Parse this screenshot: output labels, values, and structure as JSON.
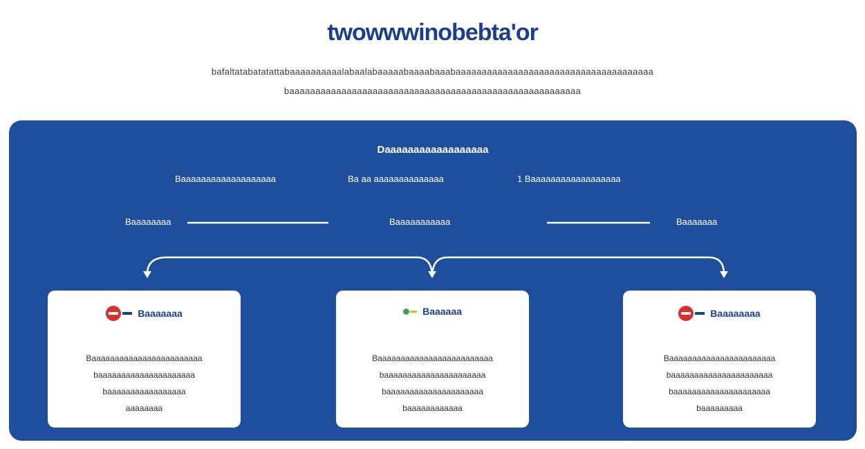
{
  "title": "twowwwinobebta'or",
  "intro": {
    "line1": "bafaltatabatatattabaaaaaaaaaalabaalabaaaaabaaaabaaabaaaaaaaaaaaaaaaaaaaaaaaaaaaaaaaaaaaaaa",
    "line2": "baaaaaaaaaaaaaaaaaaaaaaaaaaaaaaaaaaaaaaaaaaaaaaaaaaaaaaaa"
  },
  "panel": {
    "heading": "Daaaaaaaaaaaaaaaaaa",
    "subs": [
      "Baaaaaaaaaaaaaaaaaaa",
      "Ba aa aaaaaaaaaaaaaa",
      "1  Baaaaaaaaaaaaaaaaaa"
    ],
    "flow_labels": [
      "Baaaaaaaa",
      "Baaaaaaaaaaa",
      "Baaaaaaa"
    ]
  },
  "cards": [
    {
      "title": "Baaaaaaa",
      "icon": "red-circle-icon",
      "lines": [
        "Baaaaaaaaaaaaaaaaaaaaaaaa",
        "baaaaaaaaaaaaaaaaaaaaa",
        "baaaaaaaaaaaaaaaaa",
        "aaaaaaaa"
      ]
    },
    {
      "title": "Baaaaaa",
      "icon": "leaf-icon",
      "lines": [
        "Baaaaaaaaaaaaaaaaaaaaaaaaa",
        "baaaaaaaaaaaaaaaaaaaaaa",
        "baaaaaaaaaaaaaaaaaaaaa",
        "baaaaaaaaaaaa"
      ]
    },
    {
      "title": "Baaaaaaaa",
      "icon": "red-circle-icon",
      "lines": [
        "Baaaaaaaaaaaaaaaaaaaaaaa",
        "baaaaaaaaaaaaaaaaaaaaaa",
        "baaaaaaaaaaaaaaaaaaaaa",
        "baaaaaaaaa"
      ]
    }
  ],
  "colors": {
    "panel": "#1e4e9c",
    "title": "#1b3f8f",
    "accent_red": "#d9302c",
    "accent_green": "#3aa54a"
  }
}
